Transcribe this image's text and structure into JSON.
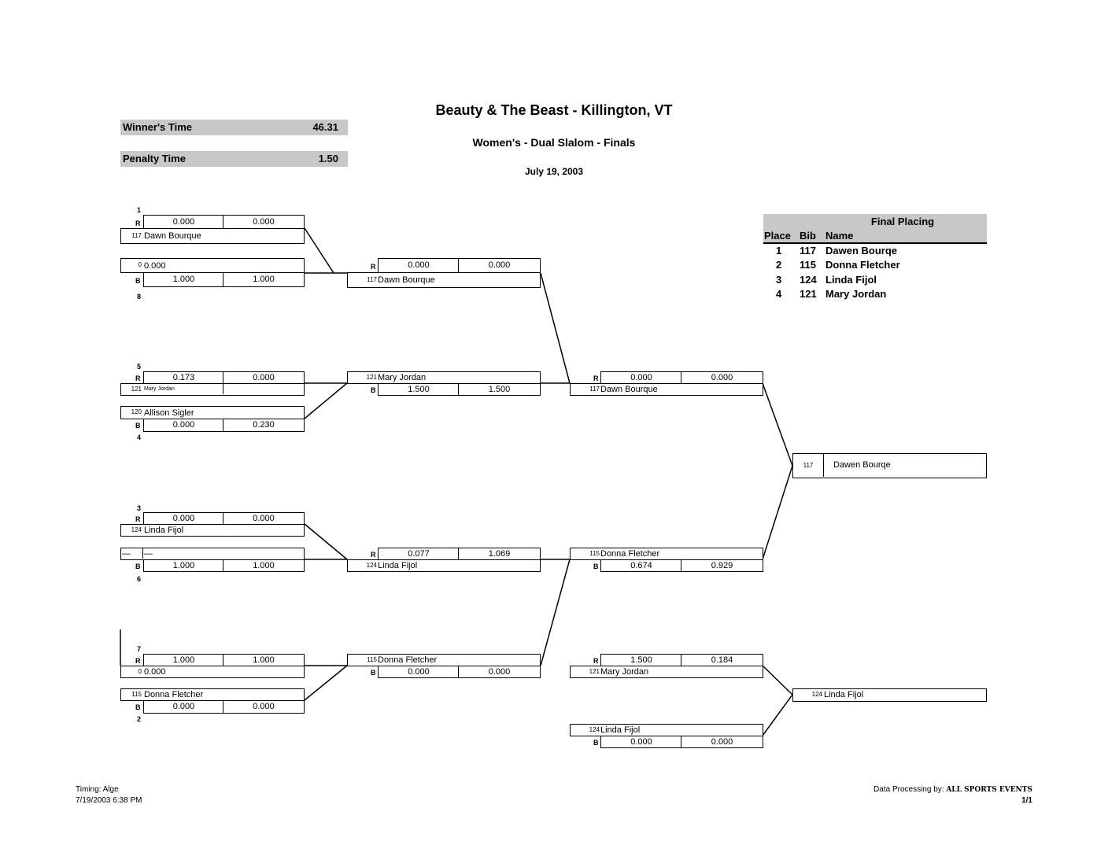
{
  "header": {
    "title": "Beauty & The Beast  - Killington, VT",
    "subtitle": "Women's - Dual Slalom - Finals",
    "date": "July 19, 2003"
  },
  "stats": {
    "winners_time_label": "Winner's Time",
    "winners_time_value": "46.31",
    "penalty_time_label": "Penalty Time",
    "penalty_time_value": "1.50"
  },
  "round1": {
    "m1": {
      "seed_top": "1",
      "seed_bottom": "8",
      "r_label": "R",
      "b_label": "B",
      "r_t1": "0.000",
      "r_t2": "0.000",
      "top_bib": "117",
      "top_name": "Dawn Bourque",
      "bot_bib": "0",
      "bot_name": "0.000",
      "b_t1": "1.000",
      "b_t2": "1.000"
    },
    "m2": {
      "seed_top": "5",
      "seed_bottom": "4",
      "r_label": "R",
      "b_label": "B",
      "r_t1": "0.173",
      "r_t2": "0.000",
      "top_bib": "121",
      "top_name": "Mary Jordan",
      "bot_bib": "120",
      "bot_name": "Allison Sigler",
      "b_t1": "0.000",
      "b_t2": "0.230"
    },
    "m3": {
      "seed_top": "3",
      "seed_bottom": "6",
      "r_label": "R",
      "b_label": "B",
      "r_t1": "0.000",
      "r_t2": "0.000",
      "top_bib": "124",
      "top_name": "Linda Fijol",
      "bot_bib": "—",
      "bot_name": "—",
      "b_t1": "1.000",
      "b_t2": "1.000"
    },
    "m4": {
      "seed_top": "7",
      "seed_bottom": "2",
      "r_label": "R",
      "b_label": "B",
      "r_t1": "1.000",
      "r_t2": "1.000",
      "top_bib": "0",
      "top_name": "0.000",
      "bot_bib": "115",
      "bot_name": "Donna Fletcher",
      "b_t1": "0.000",
      "b_t2": "0.000"
    }
  },
  "round2": {
    "m1": {
      "r_label": "R",
      "r_t1": "0.000",
      "r_t2": "0.000",
      "bib": "117",
      "name": "Dawn Bourque"
    },
    "m2": {
      "b_label": "B",
      "bib": "121",
      "name": "Mary Jordan",
      "b_t1": "1.500",
      "b_t2": "1.500"
    },
    "m3": {
      "r_label": "R",
      "r_t1": "0.077",
      "r_t2": "1.069",
      "bib": "124",
      "name": "Linda Fijol"
    },
    "m4": {
      "b_label": "B",
      "bib": "115",
      "name": "Donna Fletcher",
      "b_t1": "0.000",
      "b_t2": "0.000"
    }
  },
  "semis": {
    "s1": {
      "r_label": "R",
      "r_t1": "0.000",
      "r_t2": "0.000",
      "bib": "117",
      "name": "Dawn Bourque"
    },
    "s2": {
      "b_label": "B",
      "bib": "115",
      "name": "Donna Fletcher",
      "b_t1": "0.674",
      "b_t2": "0.929"
    },
    "c1": {
      "r_label": "R",
      "r_t1": "1.500",
      "r_t2": "0.184",
      "bib": "121",
      "name": "Mary Jordan"
    },
    "c2": {
      "b_label": "B",
      "bib": "124",
      "name": "Linda Fijol",
      "b_t1": "0.000",
      "b_t2": "0.000"
    }
  },
  "winner": {
    "bib": "117",
    "name": "Dawen Bourqe"
  },
  "consolation_winner": {
    "bib": "124",
    "name": "Linda Fijol"
  },
  "final_placing": {
    "title": "Final Placing",
    "col_place": "Place",
    "col_bib": "Bib",
    "col_name": "Name",
    "rows": [
      {
        "place": "1",
        "bib": "117",
        "name": "Dawen Bourqe"
      },
      {
        "place": "2",
        "bib": "115",
        "name": "Donna Fletcher"
      },
      {
        "place": "3",
        "bib": "124",
        "name": "Linda Fijol"
      },
      {
        "place": "4",
        "bib": "121",
        "name": "Mary Jordan"
      }
    ]
  },
  "footer": {
    "timing": "Timing: Alge",
    "timestamp": "7/19/2003 6:38 PM",
    "processing_label": "Data Processing by:",
    "processing_org": "ALL SPORTS EVENTS",
    "page": "1/1"
  }
}
